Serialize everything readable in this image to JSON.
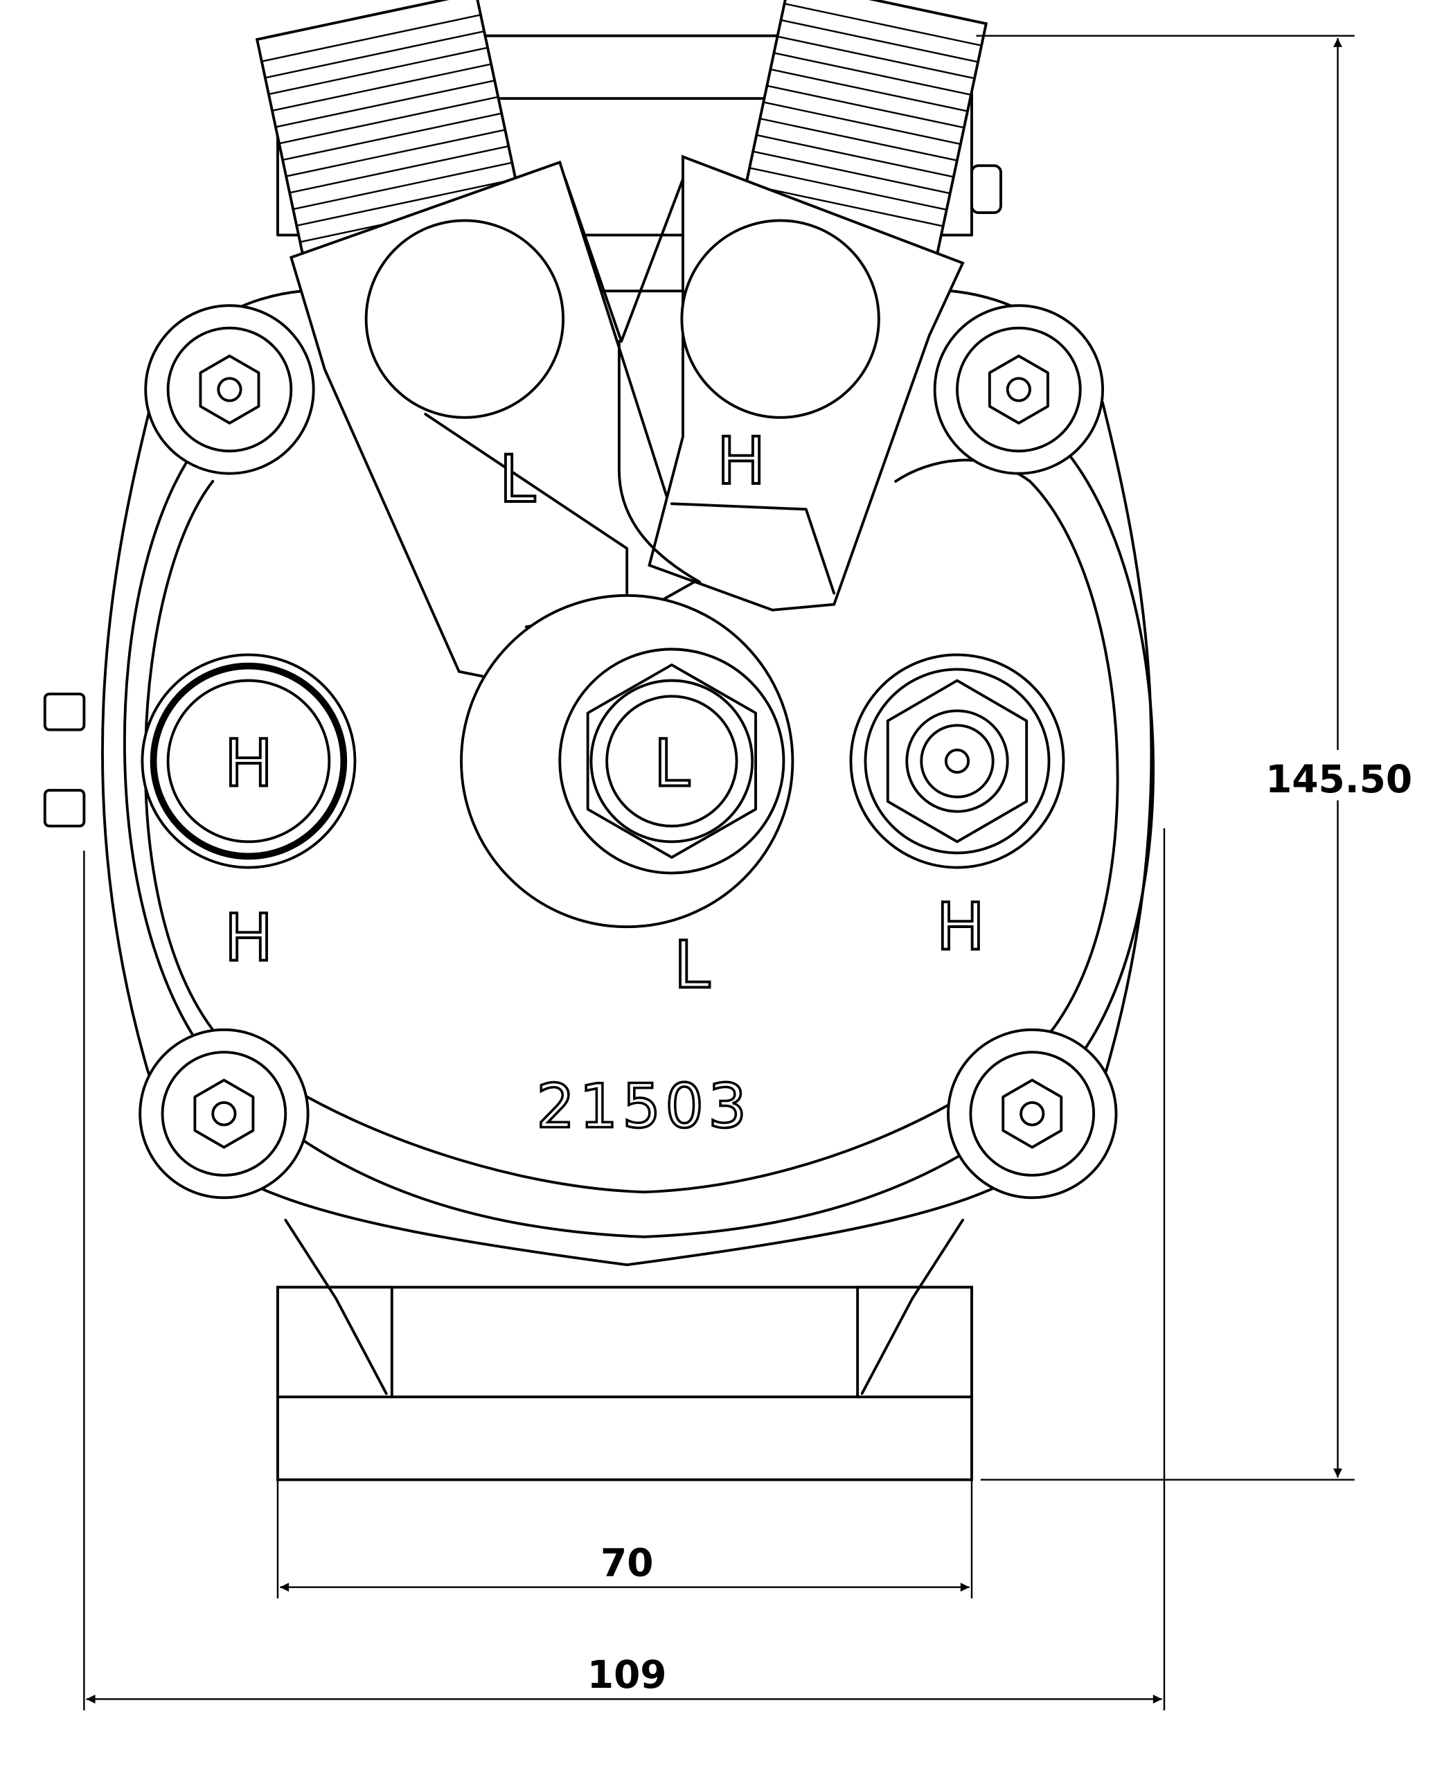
{
  "drawing": {
    "part_number": "21503",
    "dimensions": {
      "height": "145.50",
      "base_width": "70",
      "overall_width": "109"
    },
    "fitting_labels": {
      "left_fitting": "L",
      "right_fitting": "H"
    },
    "port_labels": {
      "left_port": "H",
      "center_port": "L",
      "left_caption": "H",
      "center_caption": "L",
      "right_caption": "H"
    },
    "colors": {
      "line": "#000000",
      "background": "#ffffff"
    }
  }
}
